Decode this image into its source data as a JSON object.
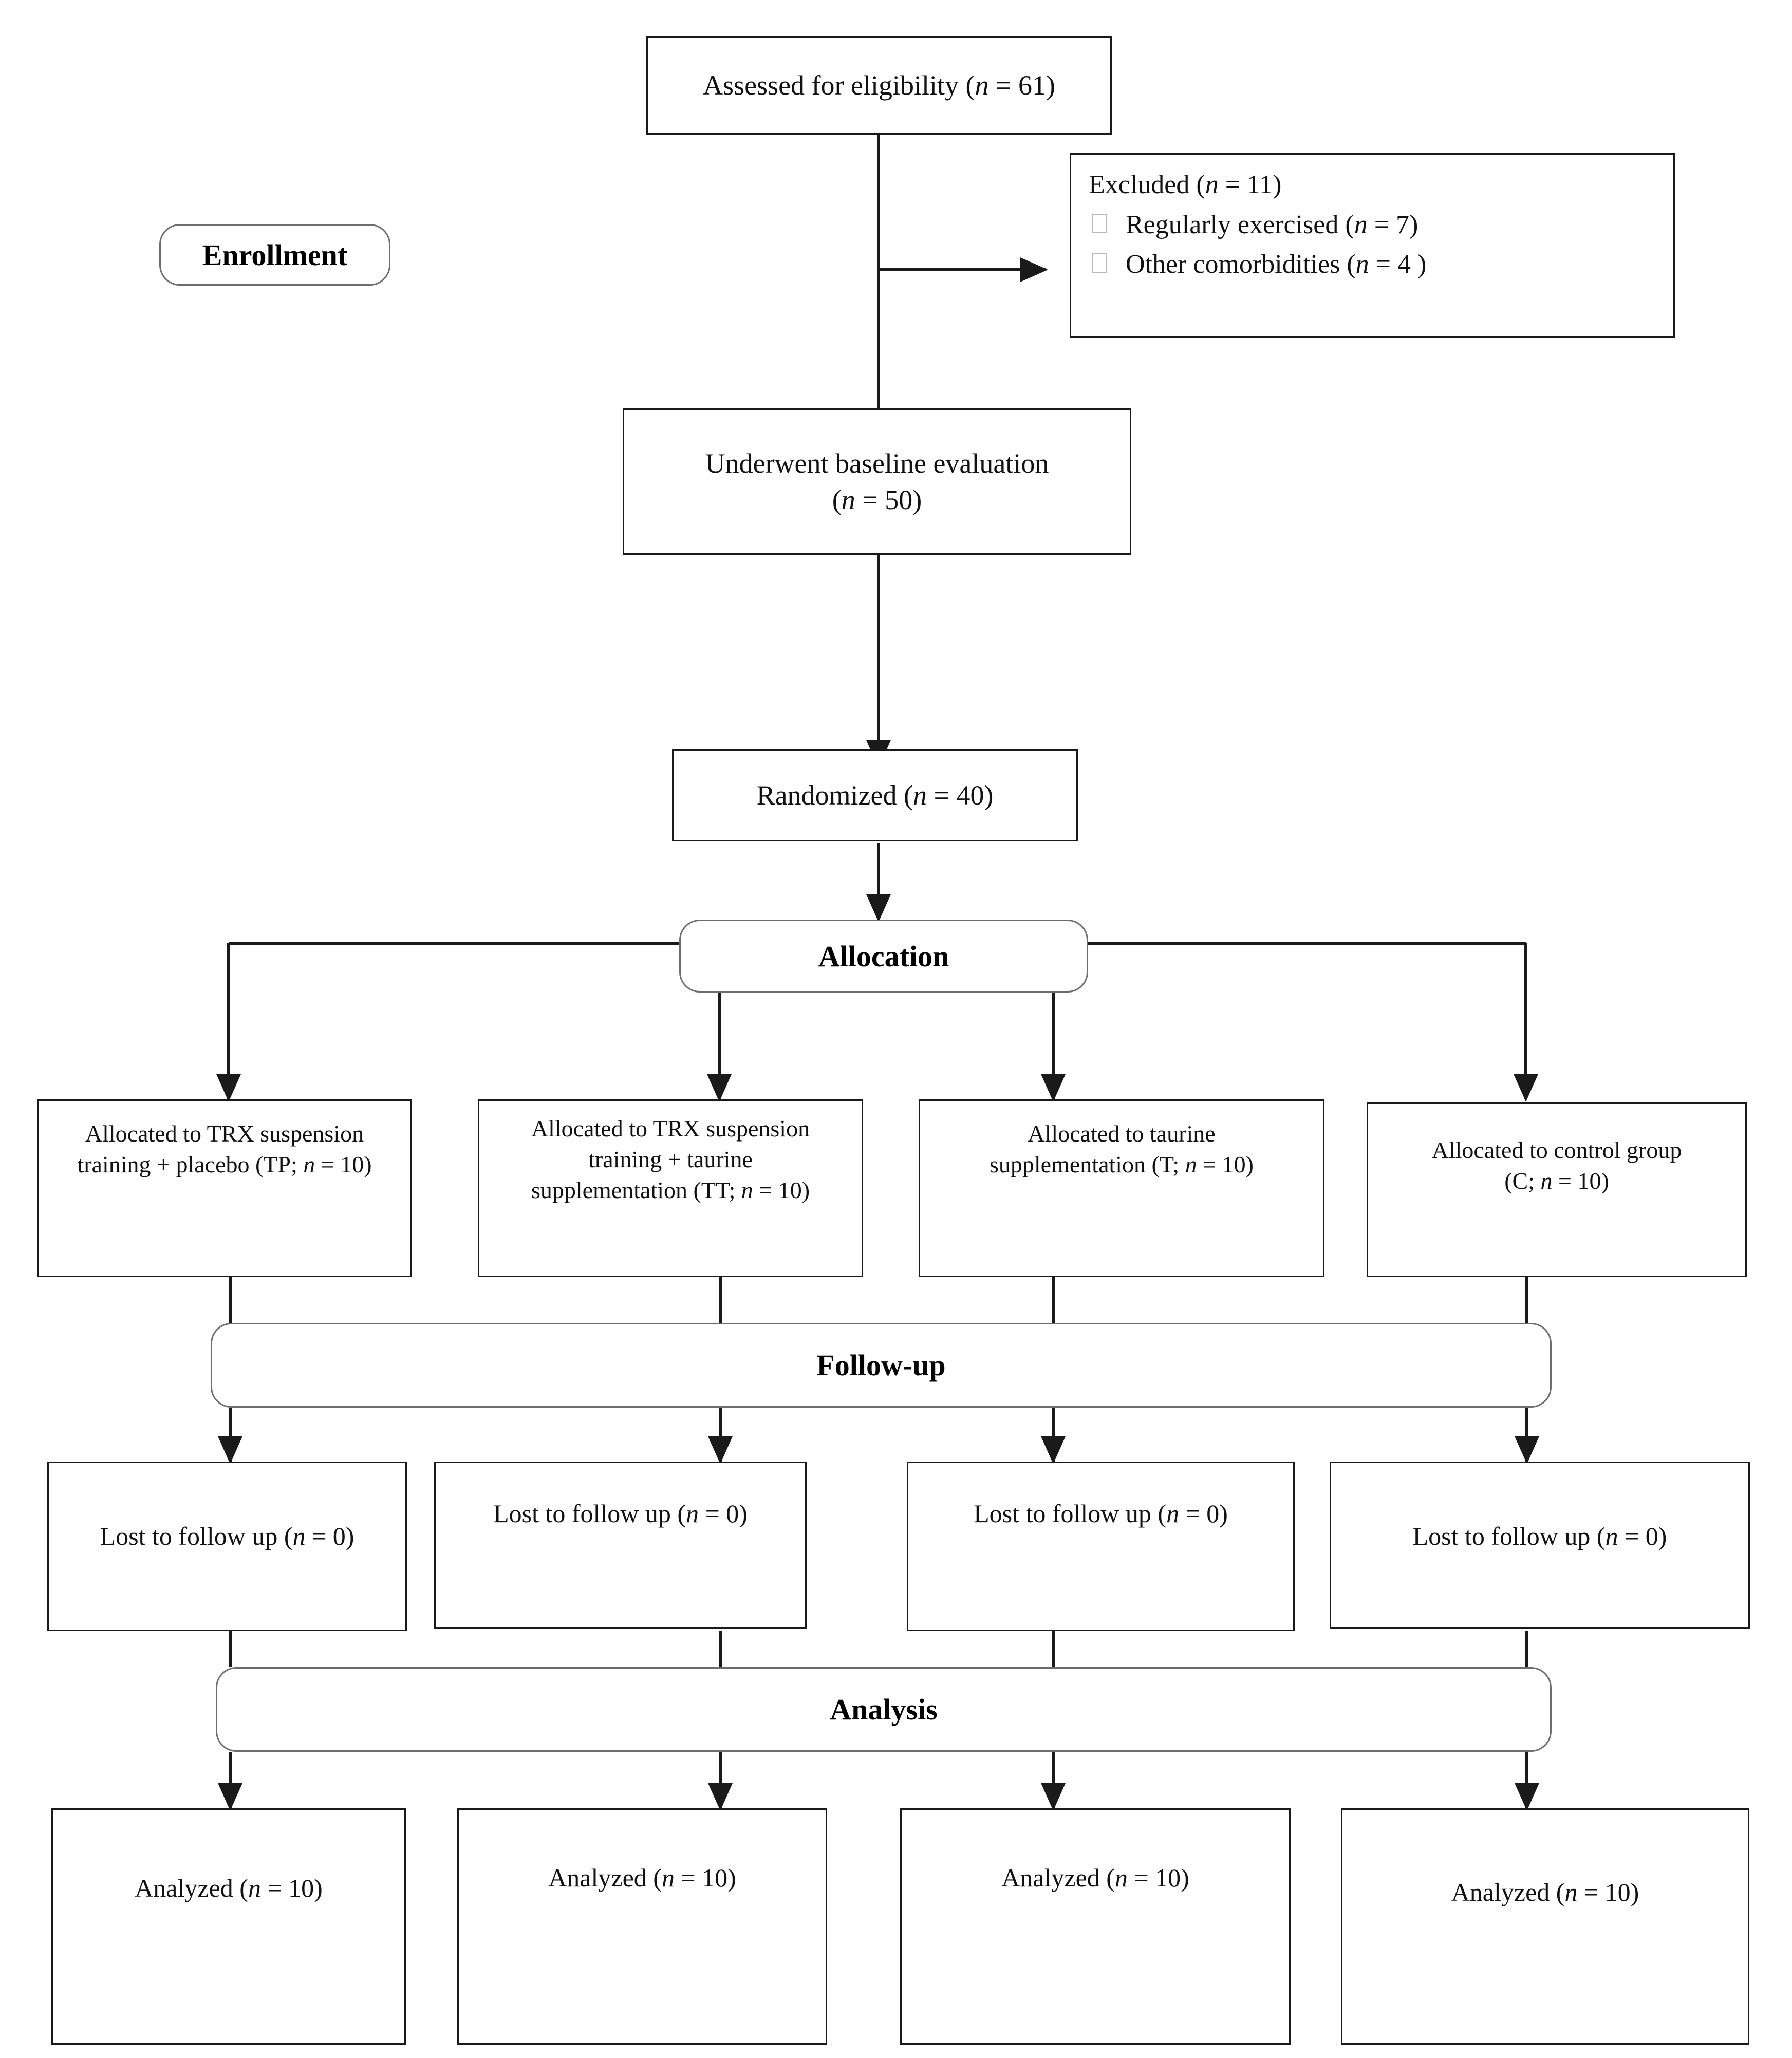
{
  "diagram": {
    "type": "consort-flow-diagram",
    "stages": [
      "Enrollment",
      "Allocation",
      "Follow-up",
      "Analysis"
    ]
  },
  "stage_labels": {
    "enrollment": "Enrollment",
    "allocation": "Allocation",
    "followup": "Follow-up",
    "analysis": "Analysis"
  },
  "enrollment": {
    "assessed": {
      "line1": "Assessed for eligibility (",
      "n_label": "n",
      "n_value": " = 61)"
    },
    "assessed_text": "Assessed for eligibility (n = 61)",
    "excluded": {
      "heading_pre": "Excluded (",
      "heading_n": "n",
      "heading_post": " = 11)",
      "heading_text": "Excluded (n = 11)",
      "reasons": [
        {
          "pre": "Regularly exercised (",
          "n": "n",
          "post": " = 7)",
          "text": "Regularly exercised (n = 7)",
          "bullet": "empty-square-glyph"
        },
        {
          "pre": "Other comorbidities (",
          "n": "n",
          "post": " = 4 )",
          "text": "Other comorbidities (n = 4 )",
          "bullet": "empty-square-glyph"
        }
      ]
    },
    "baseline": {
      "line1": "Underwent baseline evaluation",
      "line2_pre": "(",
      "line2_n": "n",
      "line2_post": " = 50)",
      "text": "Underwent baseline evaluation (n = 50)"
    },
    "randomized": {
      "pre": "Randomized (",
      "n": "n",
      "post": " = 40)",
      "text": "Randomized (n = 40)"
    }
  },
  "allocation_boxes": [
    {
      "id": "TP",
      "line1": "Allocated to TRX suspension",
      "line2_pre": "training + placebo (TP; ",
      "line2_n": "n",
      "line2_post": " = 10)",
      "text": "Allocated to TRX suspension training + placebo (TP; n = 10)"
    },
    {
      "id": "TT",
      "line1": "Allocated to TRX suspension",
      "line2": "training + taurine",
      "line3_pre": "supplementation (TT; ",
      "line3_n": "n",
      "line3_post": " = 10)",
      "text": "Allocated to TRX suspension training + taurine supplementation (TT; n = 10)"
    },
    {
      "id": "T",
      "line1": "Allocated to taurine",
      "line2_pre": "supplementation (T; ",
      "line2_n": "n",
      "line2_post": " = 10)",
      "text": "Allocated to taurine supplementation (T; n = 10)"
    },
    {
      "id": "C",
      "line1": "Allocated to control group",
      "line2_pre": "(C; ",
      "line2_n": "n",
      "line2_post": " = 10)",
      "text": "Allocated to control group (C; n = 10)"
    }
  ],
  "followup_boxes": [
    {
      "pre": "Lost to follow up (",
      "n": "n",
      "post": " = 0)",
      "text": "Lost to follow up (n = 0)"
    },
    {
      "pre": "Lost to follow up (",
      "n": "n",
      "post": " = 0)",
      "text": "Lost to follow up (n = 0)"
    },
    {
      "pre": "Lost to follow up (",
      "n": "n",
      "post": " = 0)",
      "text": "Lost to follow up (n = 0)"
    },
    {
      "pre": "Lost to follow up (",
      "n": "n",
      "post": " = 0)",
      "text": "Lost to follow up (n = 0)"
    }
  ],
  "analysis_boxes": [
    {
      "pre": "Analyzed (",
      "n": "n",
      "post": " = 10)",
      "text": "Analyzed (n = 10)"
    },
    {
      "pre": "Analyzed (",
      "n": "n",
      "post": " = 10)",
      "text": "Analyzed (n = 10)"
    },
    {
      "pre": "Analyzed (",
      "n": "n",
      "post": " = 10)",
      "text": "Analyzed (n = 10)"
    },
    {
      "pre": "Analyzed (",
      "n": "n",
      "post": " = 10)",
      "text": "Analyzed (n = 10)"
    }
  ],
  "colors": {
    "line": "#1a1a1a",
    "stage_border": "#6d6d6d",
    "text": "#111111",
    "background": "#ffffff",
    "bullet_border": "#b9b9b9"
  }
}
